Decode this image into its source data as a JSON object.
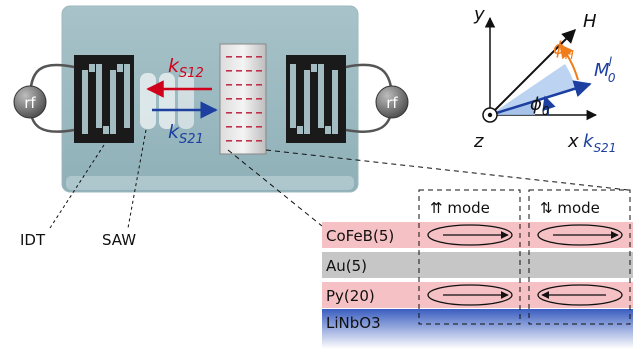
{
  "device": {
    "rf_left": "rf",
    "rf_right": "rf",
    "wave_12": {
      "k": "k",
      "sub": "S12",
      "color": "#d0021b"
    },
    "wave_21": {
      "k": "k",
      "sub": "S21",
      "color": "#1c3fa0"
    }
  },
  "labels": {
    "idt": "IDT",
    "saw": "SAW"
  },
  "axes": {
    "y": "y",
    "x": "x",
    "z": "z",
    "h": "H",
    "m": "M",
    "m_sub": "0",
    "m_sup": "l",
    "phi": "ϕ",
    "phi_h_sub": "H",
    "phi_0_sub": "0",
    "k": "k",
    "k_sub": "S21",
    "colors": {
      "h": "#111111",
      "m": "#1c3fa0",
      "phi_h": "#f07c1a",
      "phi_0": "#1c3fa0",
      "phi_0_fill": "#bcd3f2"
    }
  },
  "stack": {
    "mode_parallel": "⇈ mode",
    "mode_antiparallel": "⇅ mode",
    "layers": [
      {
        "name": "CoFeB(5)",
        "color": "#f6c1c4"
      },
      {
        "name": "Au(5)",
        "color": "#c6c6c6"
      },
      {
        "name": "Py(20)",
        "color": "#f6c1c4"
      },
      {
        "name": "LiNbO3",
        "color": "#3a5dc0"
      }
    ]
  }
}
